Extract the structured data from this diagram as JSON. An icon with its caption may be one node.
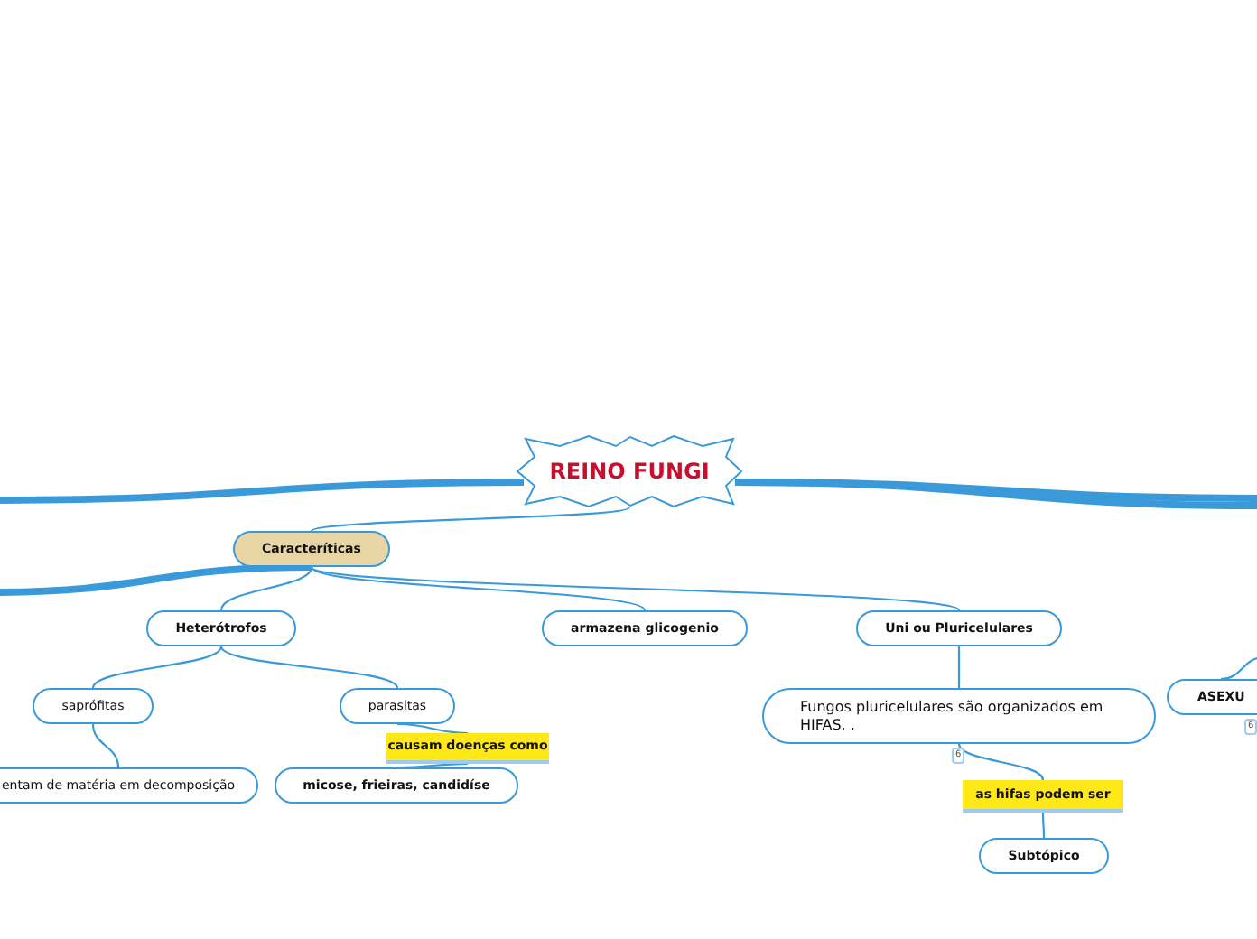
{
  "diagram": {
    "nodes": [
      {
        "text": [
          "REINO FUNGI"
        ]
      },
      {
        "text": [
          "Caracteríticas"
        ]
      },
      {
        "text": [
          "Heterótrofos"
        ]
      },
      {
        "text": [
          "armazena glicogenio"
        ]
      },
      {
        "text": [
          "Uni ou Pluricelulares"
        ]
      },
      {
        "text": [
          "saprófitas"
        ]
      },
      {
        "text": [
          "parasitas"
        ]
      },
      {
        "text": [
          "entam de matéria em decomposição"
        ]
      },
      {
        "text": [
          "causam doenças como"
        ]
      },
      {
        "text": [
          "micose, frieiras, candidíse"
        ]
      },
      {
        "text": [
          "Fungos pluricelulares são organizados em HIFAS. ."
        ],
        "beside": [
          "6"
        ]
      },
      {
        "text": [
          "as hifas podem ser"
        ]
      },
      {
        "text": [
          "Subtópico"
        ]
      },
      {
        "text": [
          "ASEXU"
        ],
        "beside": [
          "6"
        ]
      }
    ],
    "edges": [
      {
        "from": 0,
        "to": null,
        "arrow": "none",
        "style": "thick"
      },
      {
        "from": 0,
        "to": null,
        "arrow": "none",
        "style": "thick"
      },
      {
        "from": 0,
        "to": null,
        "arrow": "none",
        "style": "thick"
      },
      {
        "from": 0,
        "to": 1,
        "arrow": "none"
      },
      {
        "from": 1,
        "to": null,
        "arrow": "none",
        "style": "thick"
      },
      {
        "from": 1,
        "to": 2,
        "arrow": "none"
      },
      {
        "from": 1,
        "to": 3,
        "arrow": "none"
      },
      {
        "from": 1,
        "to": 4,
        "arrow": "none"
      },
      {
        "from": 2,
        "to": 5,
        "arrow": "none"
      },
      {
        "from": 2,
        "to": 6,
        "arrow": "none"
      },
      {
        "from": 5,
        "to": 7,
        "arrow": "none"
      },
      {
        "from": 6,
        "to": 8,
        "arrow": "none"
      },
      {
        "from": 8,
        "to": 9,
        "arrow": "none"
      },
      {
        "from": 4,
        "to": 10,
        "arrow": "none"
      },
      {
        "from": 10,
        "to": 11,
        "arrow": "none"
      },
      {
        "from": 11,
        "to": 12,
        "arrow": "none"
      },
      {
        "from": null,
        "to": 13,
        "arrow": "none"
      }
    ]
  }
}
